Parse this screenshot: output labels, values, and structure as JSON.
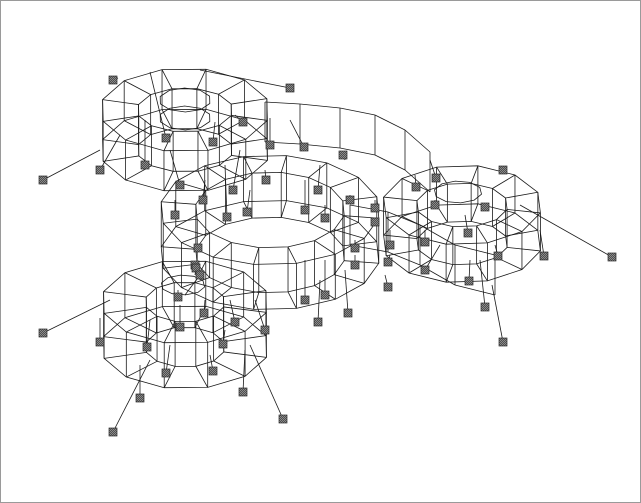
{
  "colors": {
    "background": "#ffffff",
    "line": "#1a1a1a",
    "frame": "#9a9a9a",
    "support_fill": "#8c8c8c",
    "support_hatch": "#4a4a4a"
  },
  "icons": {
    "support": "hatched-square-icon"
  },
  "rings": [
    {
      "name": "top-left-ring",
      "levels": 3,
      "sides": 12
    },
    {
      "name": "center-ring",
      "levels": 2,
      "sides": 14
    },
    {
      "name": "right-ring",
      "levels": 3,
      "sides": 12
    },
    {
      "name": "bottom-left-ring",
      "levels": 3,
      "sides": 12
    },
    {
      "name": "upper-bridge",
      "levels": 2,
      "sides": 0
    }
  ]
}
